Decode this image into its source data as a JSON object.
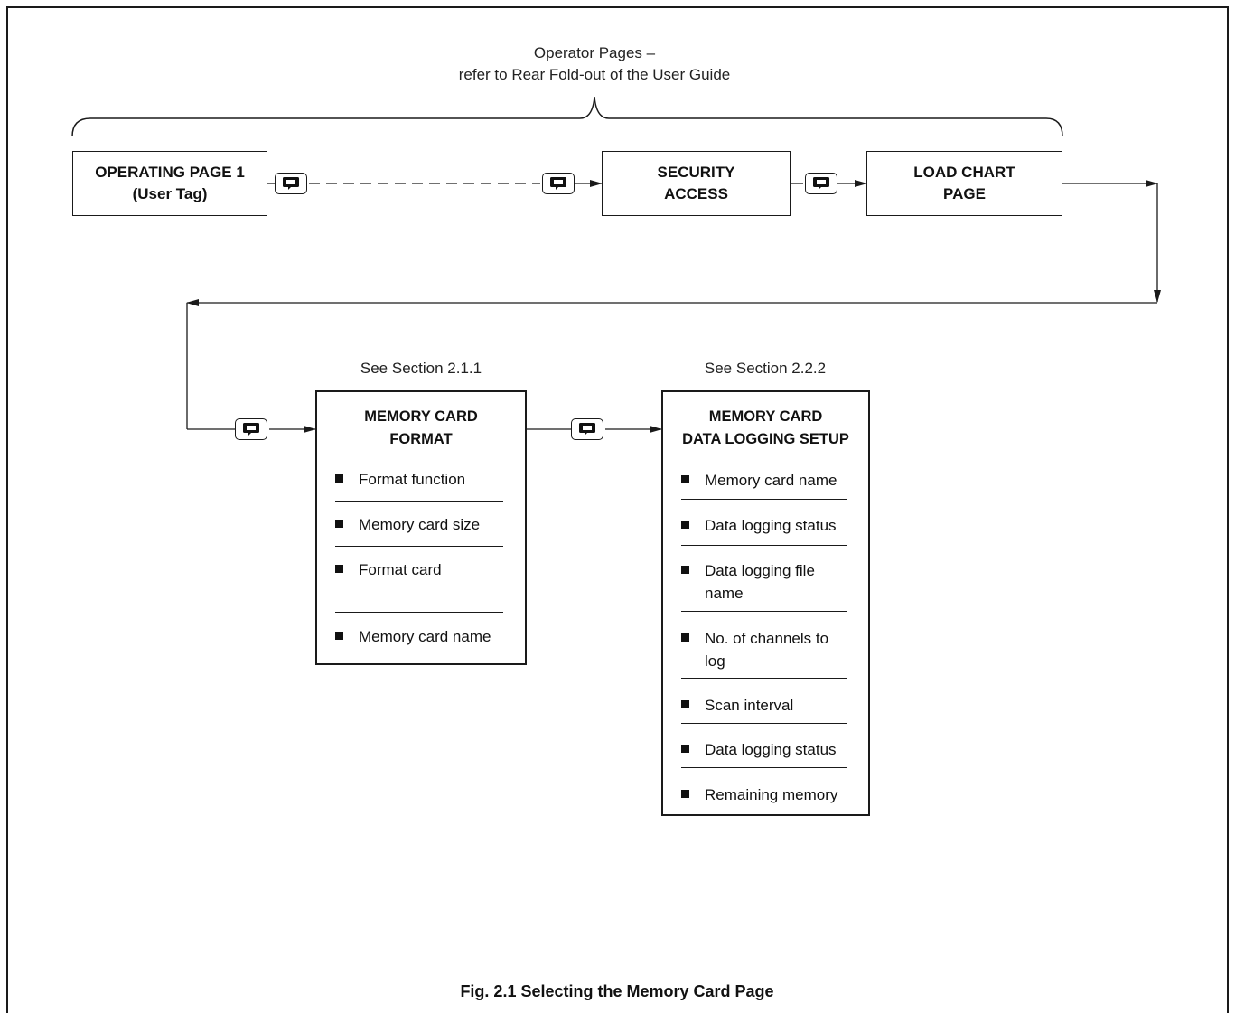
{
  "header": {
    "line1": "Operator Pages –",
    "line2": "refer to Rear Fold-out of the User Guide"
  },
  "pages": {
    "operating": {
      "line1": "OPERATING PAGE 1",
      "line2": "(User Tag)"
    },
    "security": {
      "line1": "SECURITY",
      "line2": "ACCESS"
    },
    "load_chart": {
      "line1": "LOAD CHART",
      "line2": "PAGE"
    }
  },
  "format_card": {
    "section_ref": "See Section 2.1.1",
    "title_line1": "MEMORY CARD",
    "title_line2": "FORMAT",
    "items": [
      {
        "line1": "Format function",
        "line2": ""
      },
      {
        "line1": "Memory card size",
        "line2": ""
      },
      {
        "line1": "Format card",
        "line2": ""
      },
      {
        "line1": "Memory card name",
        "line2": ""
      }
    ]
  },
  "logging_card": {
    "section_ref": "See Section 2.2.2",
    "title_line1": "MEMORY CARD",
    "title_line2": "DATA LOGGING SETUP",
    "items": [
      {
        "line1": "Memory card name",
        "line2": ""
      },
      {
        "line1": "Data logging status",
        "line2": ""
      },
      {
        "line1": "Data logging file",
        "line2": "name"
      },
      {
        "line1": "No. of channels to",
        "line2": "log"
      },
      {
        "line1": "Scan interval",
        "line2": ""
      },
      {
        "line1": "Data logging status",
        "line2": ""
      },
      {
        "line1": "Remaining memory",
        "line2": ""
      }
    ]
  },
  "caption": "Fig. 2.1 Selecting the Memory Card Page",
  "icons": {
    "page_key": "page-advance-key-icon",
    "bullet": "square-bullet-icon"
  }
}
